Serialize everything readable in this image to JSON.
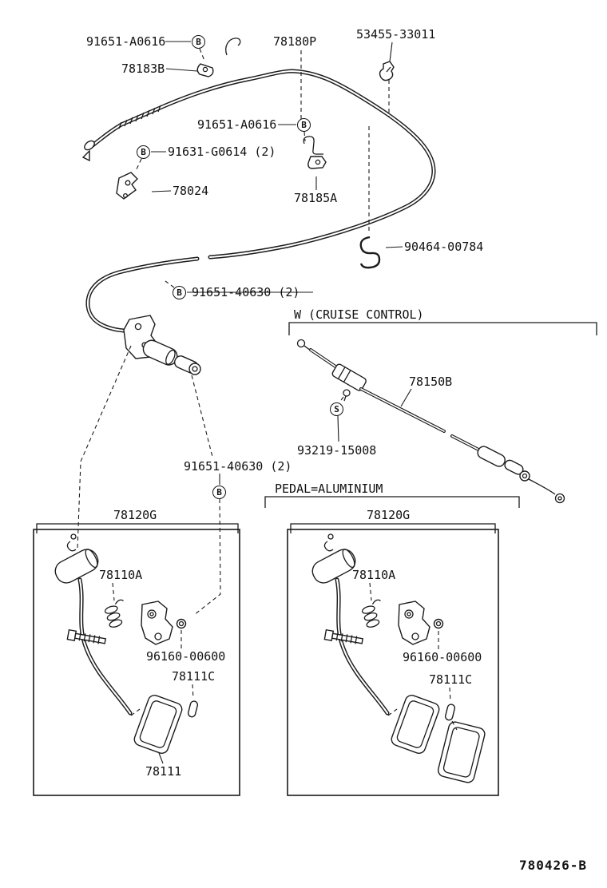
{
  "diagram": {
    "doc_number": "780426-B",
    "sections": {
      "cruise": "W (CRUISE CONTROL)",
      "pedal_material": "PEDAL=ALUMINIUM"
    },
    "symbols": {
      "b": "B",
      "s": "S"
    },
    "labels": {
      "clip_a0616_top": "91651-A0616",
      "clamp_78183b": "78183B",
      "cable_78180p": "78180P",
      "clip_53455": "53455-33011",
      "clip_a0616_mid": "91651-A0616",
      "screw_91631": "91631-G0614 (2)",
      "bracket_78024": "78024",
      "bracket_78185a": "78185A",
      "clamp_90464": "90464-00784",
      "clip_40630_cable": "91651-40630 (2)",
      "cable_78150b": "78150B",
      "grommet_93219": "93219-15008",
      "clip_40630_pedal": "91651-40630 (2)",
      "box_left_78120g": "78120G",
      "box_right_78120g": "78120G",
      "left_78110a": "78110A",
      "left_96160": "96160-00600",
      "left_78111c": "78111C",
      "left_78111": "78111",
      "right_78110a": "78110A",
      "right_96160": "96160-00600",
      "right_78111c": "78111C"
    }
  }
}
